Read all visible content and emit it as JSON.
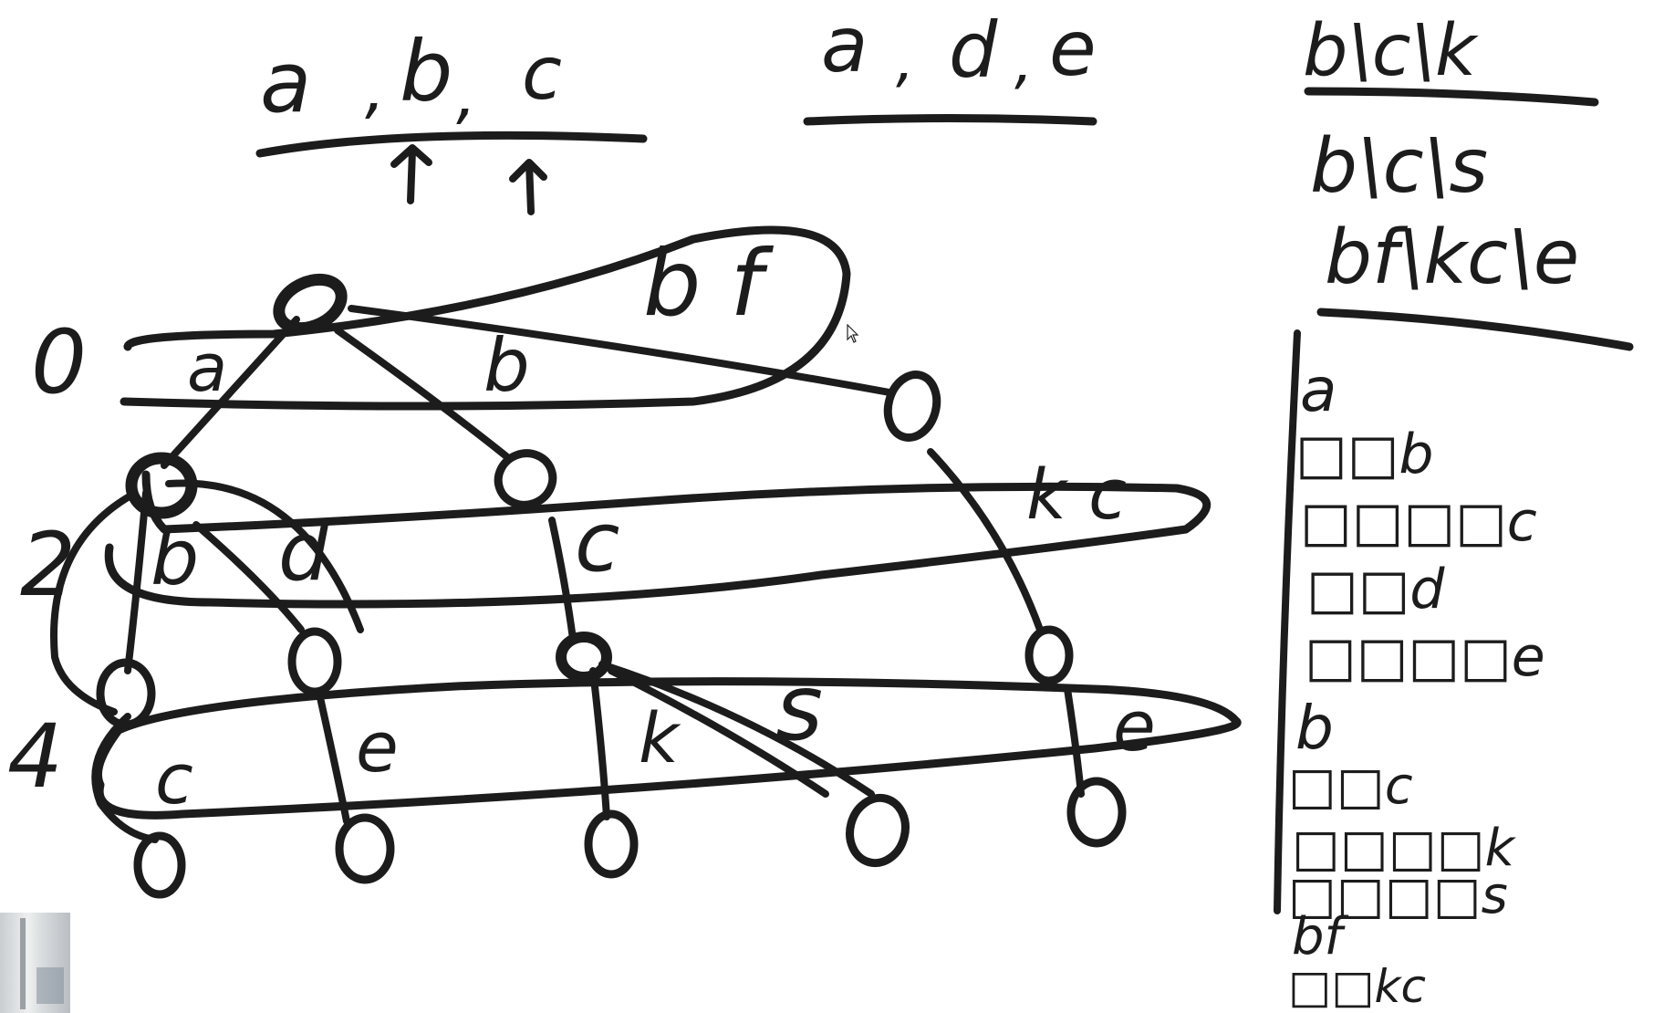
{
  "sequences": {
    "seq1": [
      "a",
      ",",
      "b",
      ",",
      "c"
    ],
    "seq2": [
      "a",
      ",",
      "d",
      ",",
      "e"
    ]
  },
  "right_top": {
    "line1": "b\\c\\k",
    "line2": "b\\c\\s",
    "line3": "bf\\kc\\e"
  },
  "levels": {
    "l0": "0",
    "l2": "2",
    "l4": "4"
  },
  "tree_labels": {
    "a": "a",
    "b_top": "b",
    "bf": "b f",
    "kc": "k c",
    "b_mid": "b",
    "d": "d",
    "c_mid": "c",
    "c_low": "c",
    "e_low": "e",
    "k_low": "k",
    "s_low": "s",
    "e_right": "e"
  },
  "listing": [
    "a",
    "□□b",
    "□□□□c",
    "□□d",
    "□□□□e",
    "b",
    "□□c",
    "□□□□k",
    "□□□□s",
    "bf",
    "□□kc"
  ],
  "colors": {
    "ink": "#1c1c1c",
    "background": "#ffffff"
  }
}
